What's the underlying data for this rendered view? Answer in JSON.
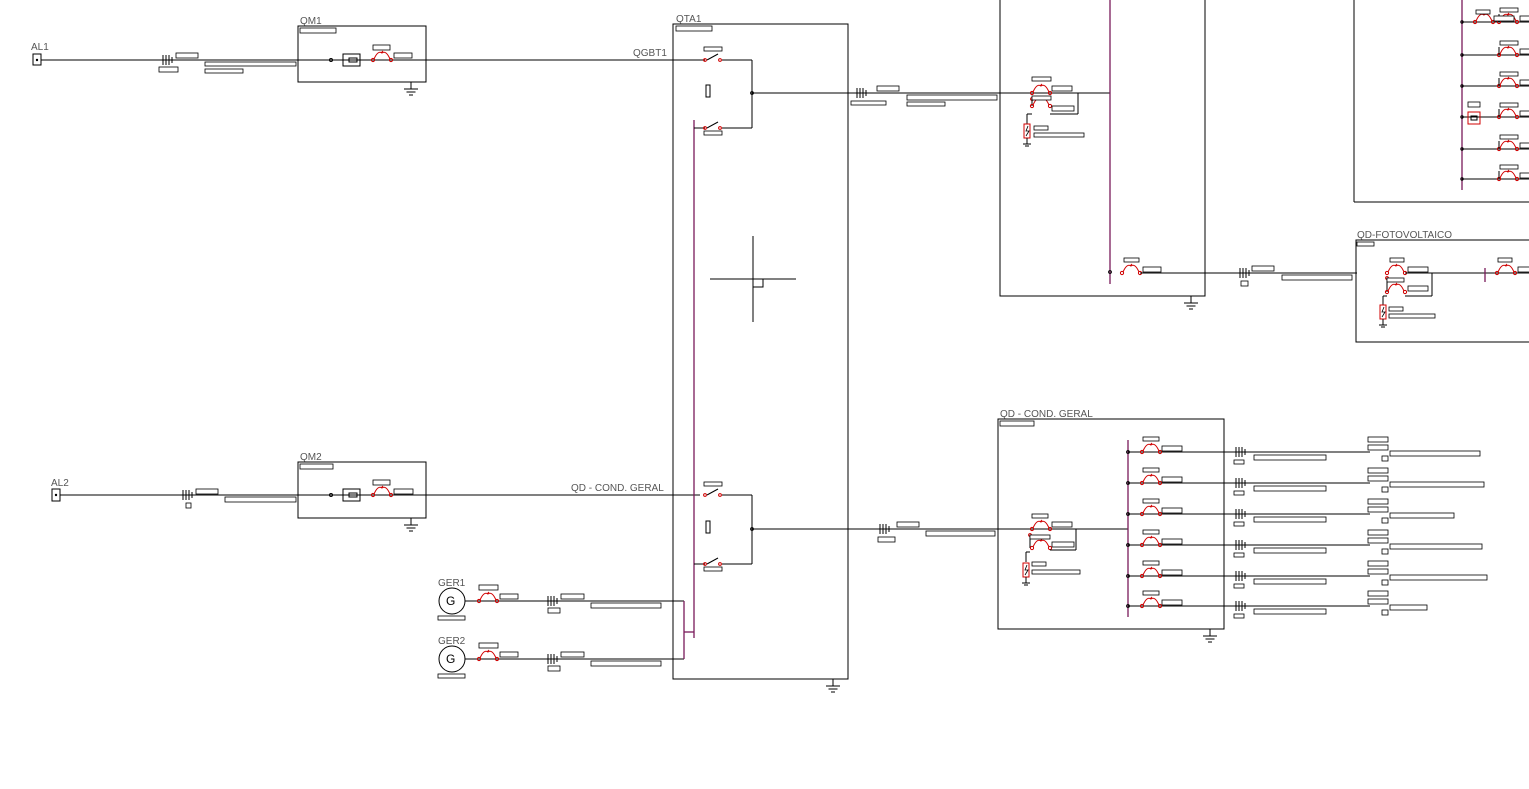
{
  "diagram": {
    "labels": {
      "al1": "AL1",
      "al2": "AL2",
      "qm1": "QM1",
      "qm2": "QM2",
      "qta1": "QTA1",
      "qgbt1": "QGBT1",
      "qd_cond_line": "QD - COND. GERAL",
      "qd_cond_box": "QD - COND. GERAL",
      "qd_foto": "QD-FOTOVOLTAICO",
      "ger1": "GER1",
      "ger2": "GER2",
      "gen_symbol": "G"
    },
    "colors": {
      "bus": "#7a1a5a",
      "breaker": "#d00000",
      "wire": "#000000",
      "text": "#555555"
    },
    "icons": [
      "source-terminal-icon",
      "ground-icon",
      "breaker-icon",
      "generator-icon",
      "surge-protector-icon",
      "meter-icon",
      "switch-icon",
      "crosshair-cursor-icon"
    ]
  }
}
